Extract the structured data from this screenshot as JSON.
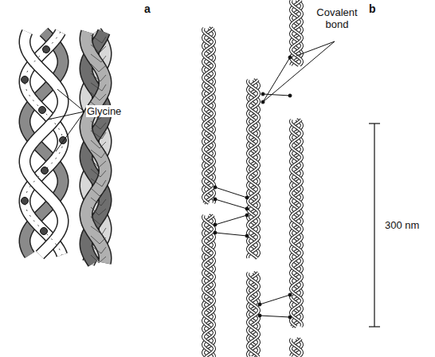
{
  "diagram": {
    "labels": [
      "a",
      "b",
      "Glycine",
      "Covalent bond",
      "300 nm"
    ]
  }
}
